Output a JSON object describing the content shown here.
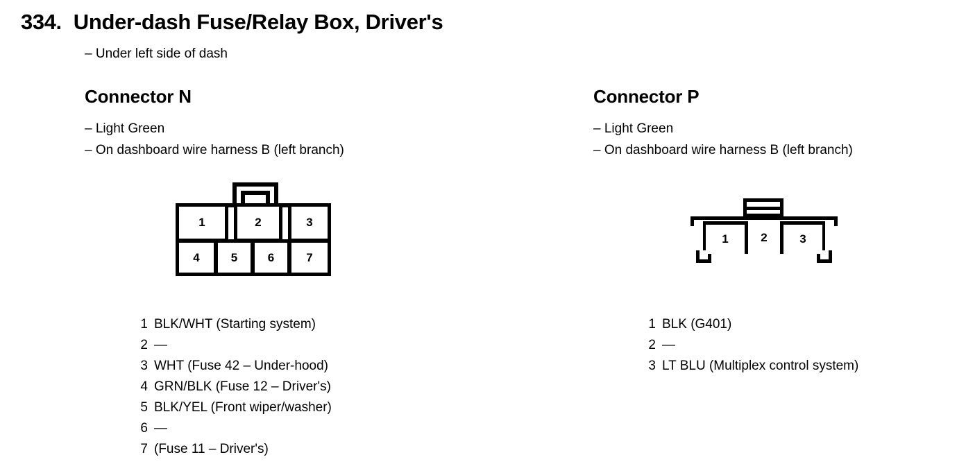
{
  "page": {
    "section_number": "334.",
    "title": "Under-dash Fuse/Relay Box, Driver's",
    "subtitle": "– Under left side of dash"
  },
  "connectors": [
    {
      "heading": "Connector N",
      "notes": [
        "– Light Green",
        "– On dashboard wire harness B (left branch)"
      ],
      "diagram": {
        "type": "two-row-7-cavity",
        "top_row_labels": [
          "1",
          "2",
          "3"
        ],
        "bottom_row_labels": [
          "4",
          "5",
          "6",
          "7"
        ],
        "latch": "top-center-double-arch"
      },
      "pins": [
        {
          "num": "1",
          "desc": "BLK/WHT (Starting system)"
        },
        {
          "num": "2",
          "desc": "—"
        },
        {
          "num": "3",
          "desc": "WHT (Fuse 42 – Under-hood)"
        },
        {
          "num": "4",
          "desc": "GRN/BLK (Fuse 12 – Driver's)"
        },
        {
          "num": "5",
          "desc": "BLK/YEL (Front wiper/washer)"
        },
        {
          "num": "6",
          "desc": "—"
        },
        {
          "num": "7",
          "desc": "(Fuse 11 – Driver's)"
        }
      ]
    },
    {
      "heading": "Connector P",
      "notes": [
        "– Light Green",
        "– On dashboard wire harness B (left branch)"
      ],
      "diagram": {
        "type": "single-row-3-cavity",
        "top_row_labels": [
          "1",
          "2",
          "3"
        ],
        "latch": "top-center-ribbed-tab"
      },
      "pins": [
        {
          "num": "1",
          "desc": "BLK (G401)"
        },
        {
          "num": "2",
          "desc": "—"
        },
        {
          "num": "3",
          "desc": "LT BLU (Multiplex control system)"
        }
      ]
    }
  ],
  "colors": {
    "ink": "#000000",
    "paper": "#ffffff"
  }
}
